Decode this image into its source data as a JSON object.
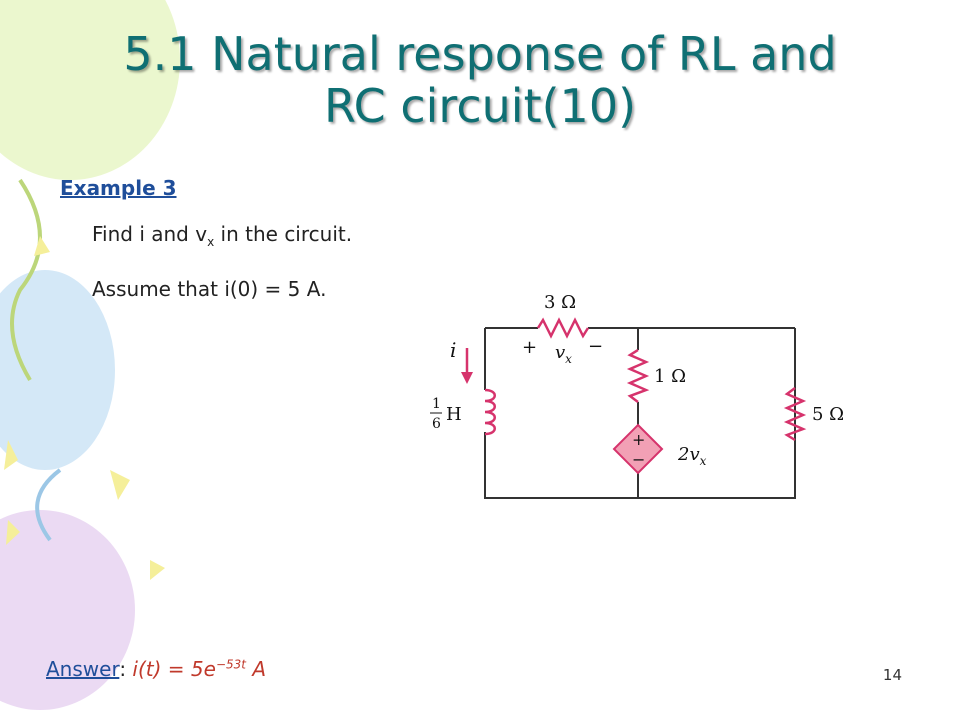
{
  "slide": {
    "title_line1": "5.1 Natural response of RL and",
    "title_line2": "RC circuit(10)",
    "example_label": "Example 3",
    "find_pre": "Find i and v",
    "find_sub": "x",
    "find_post": " in the circuit.",
    "assume": "Assume that i(0) = 5  A.",
    "answer_label": "Answer",
    "answer_colon": ": ",
    "answer_expr": "i(t) = 5e",
    "answer_exp": "−53t",
    "answer_unit": " A",
    "page_number": "14"
  },
  "circuit": {
    "r_series": "3 Ω",
    "plus": "+",
    "minus": "−",
    "vx": "v",
    "vx_sub": "x",
    "current": "i",
    "inductor_num": "1",
    "inductor_den": "6",
    "inductor_unit": "H",
    "r_middle": "1 Ω",
    "r_right": "5 Ω",
    "source_label": "2v",
    "source_sub": "x"
  },
  "colors": {
    "title": "#0f6f73",
    "accent": "#1f4e9a",
    "answer_expr": "#c0392b",
    "component": "#d6336c",
    "source_fill": "#f2a0b5"
  }
}
